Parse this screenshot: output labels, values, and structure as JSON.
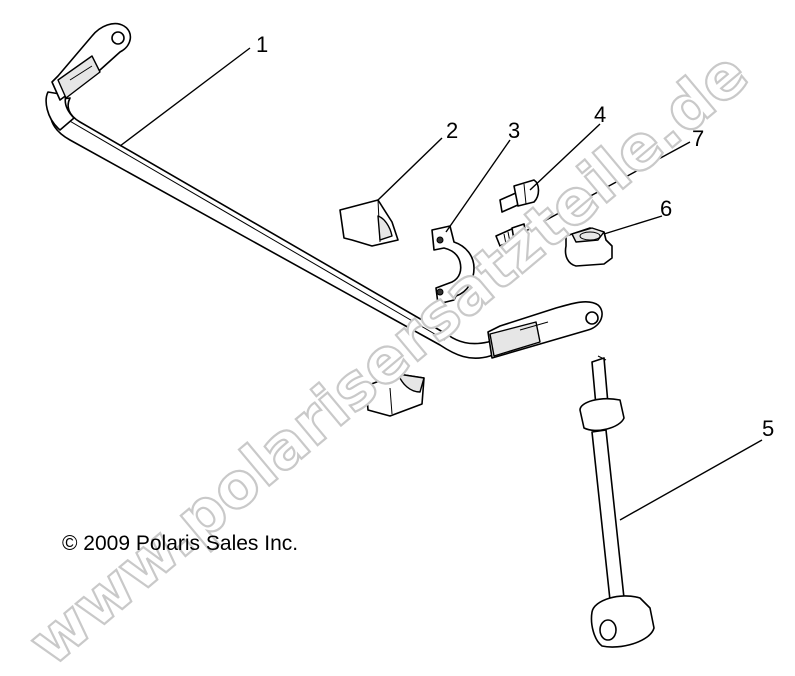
{
  "callouts": [
    {
      "id": "1",
      "label": "1"
    },
    {
      "id": "2",
      "label": "2"
    },
    {
      "id": "3",
      "label": "3"
    },
    {
      "id": "4",
      "label": "4"
    },
    {
      "id": "5",
      "label": "5"
    },
    {
      "id": "6",
      "label": "6"
    },
    {
      "id": "7",
      "label": "7"
    }
  ],
  "copyright": "© 2009 Polaris Sales Inc.",
  "watermark": "www.polarisersatzteile.de",
  "colors": {
    "line": "#000000",
    "background": "#ffffff",
    "watermark_outline": "#c9c9c9"
  }
}
